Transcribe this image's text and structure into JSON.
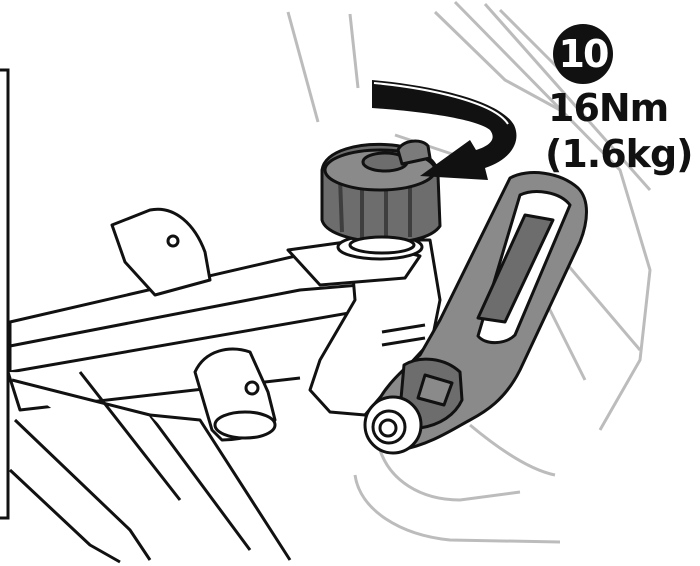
{
  "step": {
    "number": "10"
  },
  "torque": {
    "newton_meters": "16Nm",
    "kilograms": "(1.6kg)"
  },
  "colors": {
    "knob": "#6d6d6d",
    "knob_dark": "#3e3e3e",
    "arrow": "#111111",
    "guide_lines": "#bbbbbb",
    "outline": "#111111"
  },
  "icons": [
    "clockwise-rotation-arrow-icon",
    "tightening-knob-icon"
  ]
}
